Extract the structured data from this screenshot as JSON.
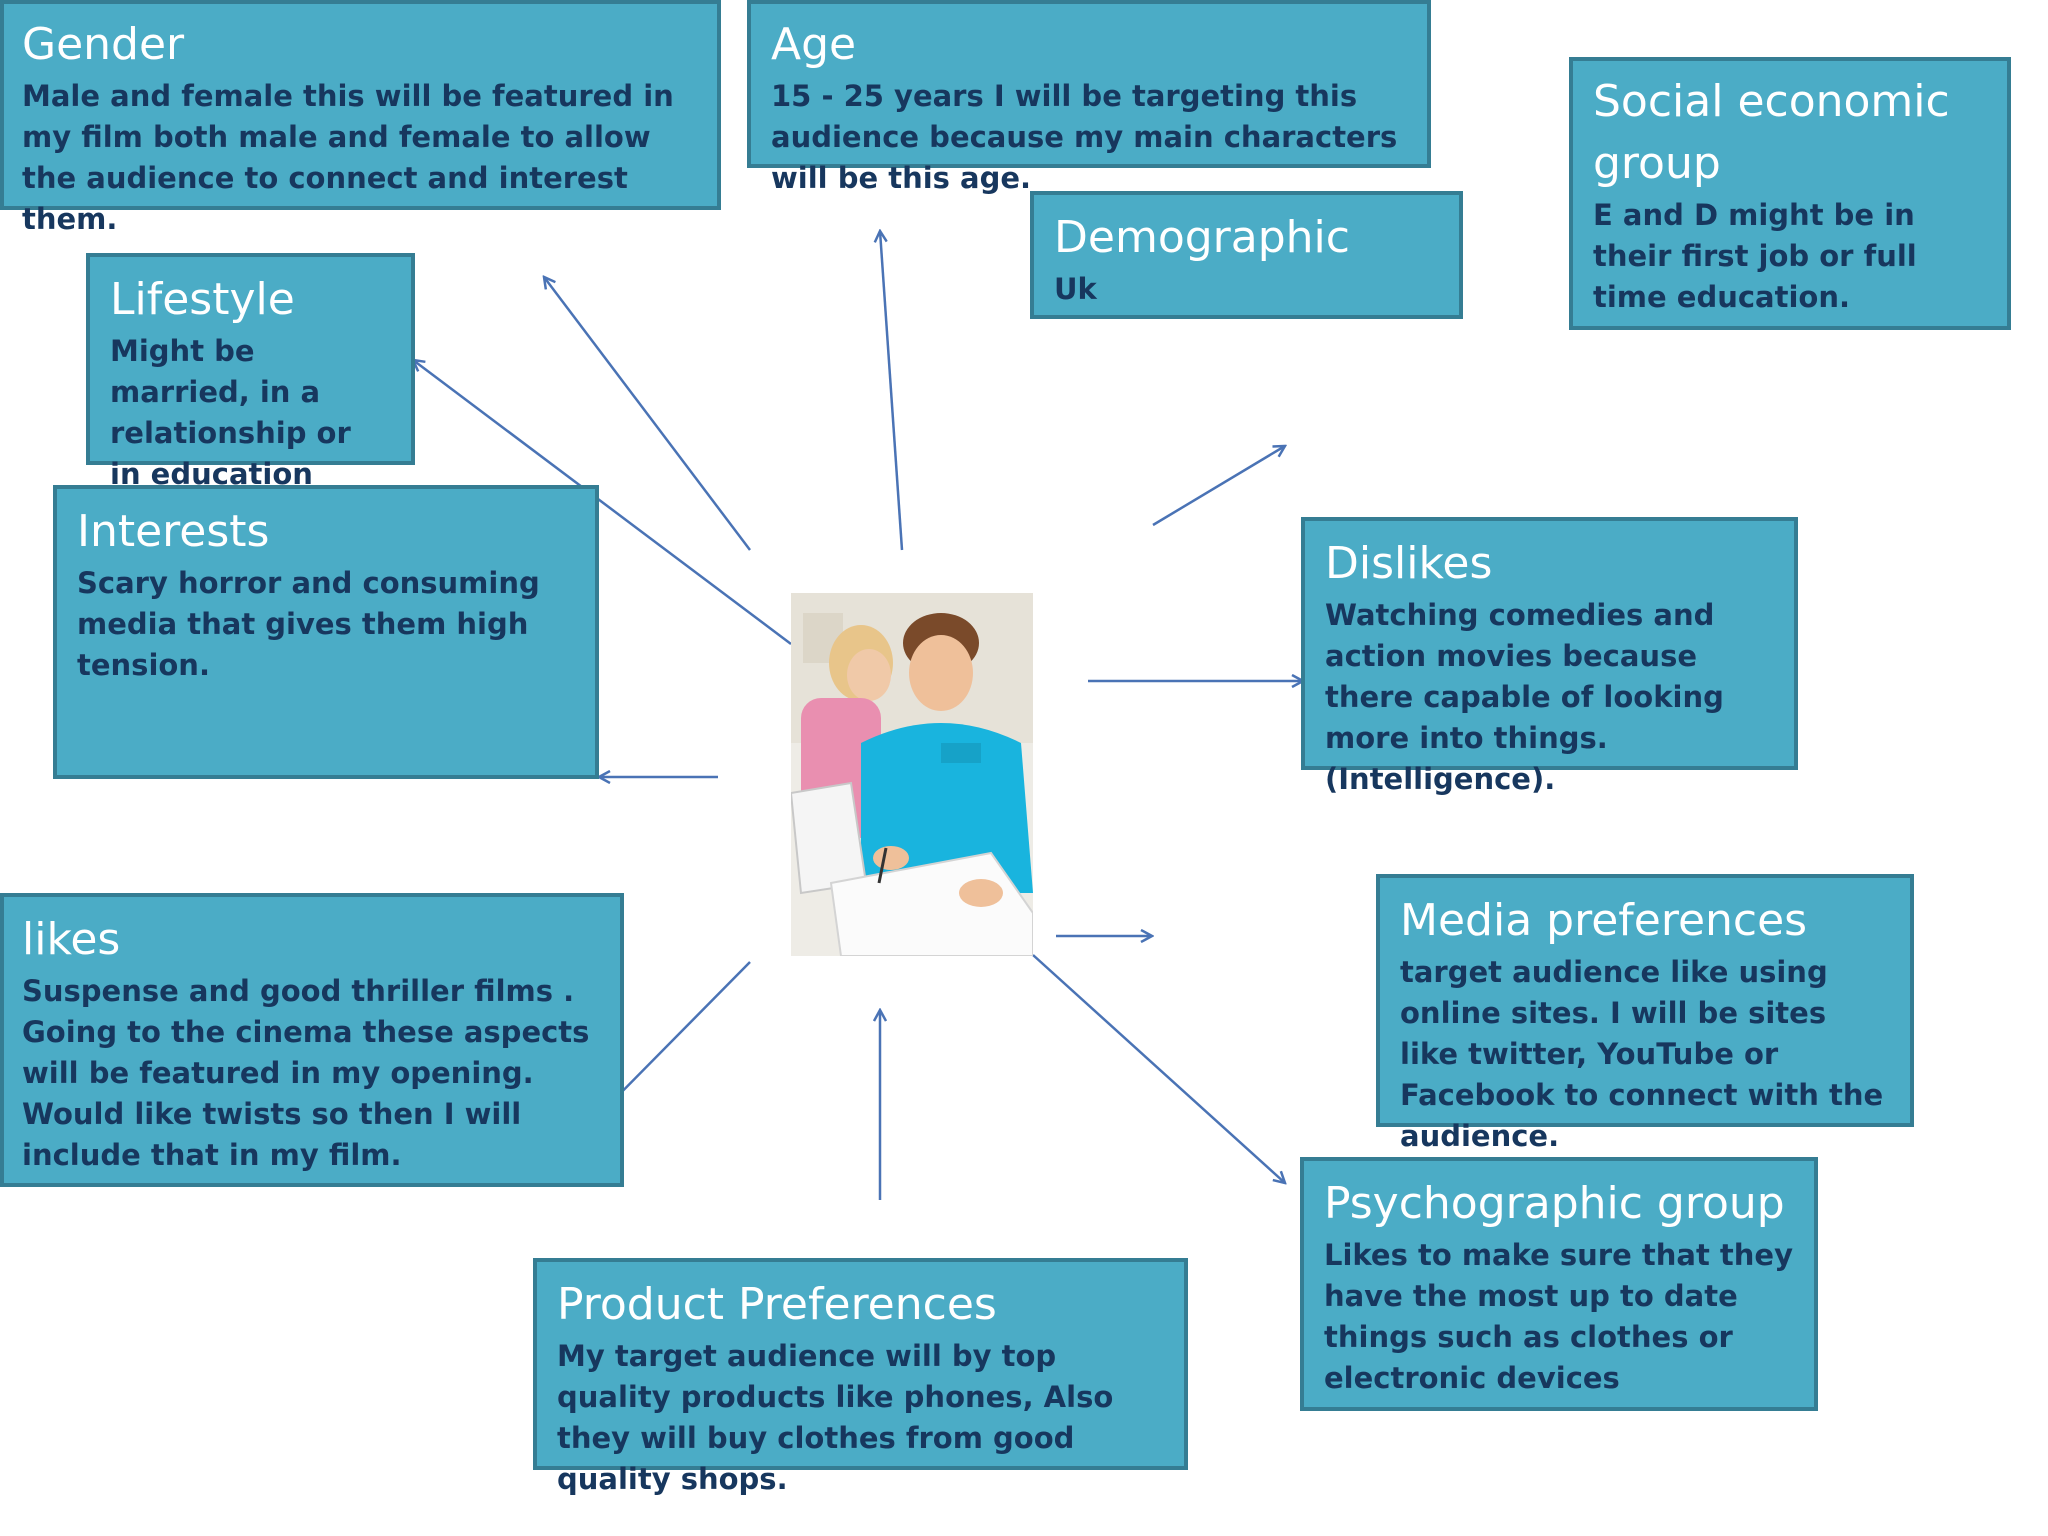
{
  "boxes": {
    "gender": {
      "title": "Gender",
      "body": "Male and female this will be featured in my film both male and  female to allow the audience to connect and interest them."
    },
    "age": {
      "title": "Age",
      "body": "15 - 25 years I will be targeting this audience because my main characters will be this age."
    },
    "social": {
      "title": "Social  economic group",
      "body": " E and D might be in their first job or full time education."
    },
    "demographic": {
      "title": "Demographic",
      "body": "Uk"
    },
    "lifestyle": {
      "title": "Lifestyle",
      "body": "Might be married, in a relationship or in education"
    },
    "interests": {
      "title": "Interests",
      "body": "Scary horror and consuming media that gives them high tension."
    },
    "dislikes": {
      "title": "Dislikes",
      "body": "Watching comedies and action movies because there capable of looking more into things. (Intelligence)."
    },
    "likes": {
      "title": " likes",
      "body": "Suspense and good thriller films .  Going to the cinema  these aspects will be featured in my opening. Would like twists so then I will include that in my film."
    },
    "media": {
      "title": "Media preferences",
      "body": "target audience like using online sites. I will be sites like twitter, YouTube or Facebook to connect with the audience."
    },
    "psychographic": {
      "title": "Psychographic group",
      "body": "Likes to make sure that they have the most up to date things such as clothes or electronic devices"
    },
    "product": {
      "title": "Product Preferences",
      "body": "My target audience will by top quality products like phones, Also they will buy clothes from good quality shops."
    }
  },
  "colors": {
    "box_fill": "#4BACC6",
    "box_border": "#357D93",
    "title_text": "#FFFFFF",
    "body_text": "#17375E",
    "arrow": "#4A73B5"
  },
  "center_image": {
    "icon": "students-at-laptop-photo"
  }
}
